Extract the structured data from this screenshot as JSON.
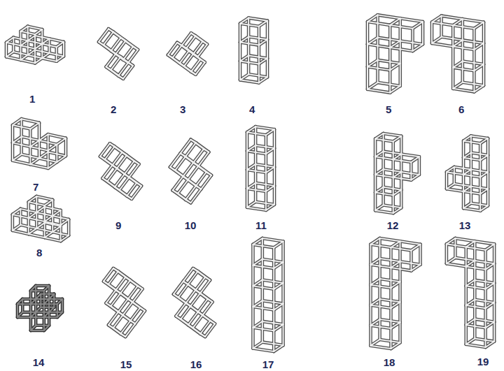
{
  "diagram": {
    "labels": [
      "1",
      "2",
      "3",
      "4",
      "5",
      "6",
      "7",
      "8",
      "9",
      "10",
      "11",
      "12",
      "13",
      "14",
      "15",
      "16",
      "17",
      "18",
      "19"
    ]
  }
}
